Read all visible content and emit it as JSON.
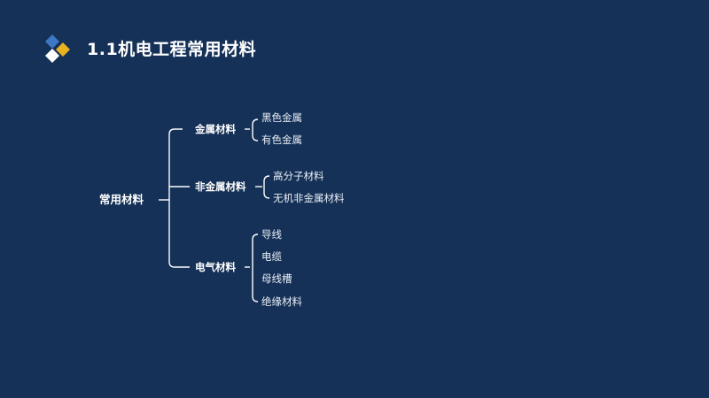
{
  "title": "1.1机电工程常用材料",
  "tree": {
    "root": "常用材料",
    "categories": [
      {
        "label": "金属材料",
        "items": [
          "黑色金属",
          "有色金属"
        ]
      },
      {
        "label": "非金属材料",
        "items": [
          "高分子材料",
          "无机非金属材料"
        ]
      },
      {
        "label": "电气材料",
        "items": [
          "导线",
          "电缆",
          "母线槽",
          "绝缘材料"
        ]
      }
    ]
  },
  "colors": {
    "background": "#153157",
    "logo_blue": "#3d78c4",
    "logo_gold": "#e8b220",
    "logo_white": "#ffffff",
    "bracket": "#ffffff"
  }
}
